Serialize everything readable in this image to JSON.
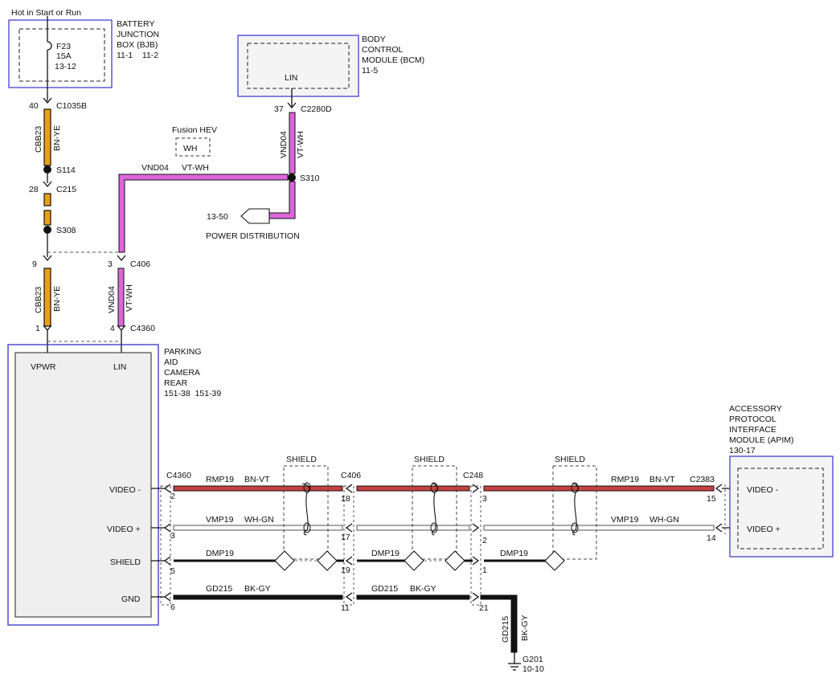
{
  "colors": {
    "bn_ye_fill": "#e8a018",
    "vt_wh_fill": "#dd66dd",
    "bn_vt_fill": "#c84040",
    "module_border": "#3333cc",
    "module_fill": "#f4f4f4"
  },
  "power": {
    "label": "Hot in Start or Run"
  },
  "bjb": {
    "name_lines": [
      "BATTERY",
      "JUNCTION",
      "BOX (BJB)"
    ],
    "refs": "11-1    11-2",
    "fuse": "F23",
    "amps": "15A",
    "loc": "13-12"
  },
  "bcm": {
    "name_lines": [
      "BODY",
      "CONTROL",
      "MODULE (BCM)"
    ],
    "ref": "11-5",
    "pin": "LIN"
  },
  "connectors": {
    "c1035b": {
      "name": "C1035B",
      "pin": "40"
    },
    "c2280d": {
      "name": "C2280D",
      "pin": "37"
    },
    "c215": {
      "name": "C215",
      "pin": "28"
    },
    "c406_left": {
      "pin_a": "9",
      "pin_b": "3",
      "name": "C406"
    },
    "c4360_top": {
      "pin_a": "1",
      "pin_b": "4",
      "name": "C4360"
    },
    "c4360_side": {
      "name": "C4360"
    },
    "c406_side": {
      "name": "C406"
    },
    "c248_side": {
      "name": "C248"
    },
    "c2383_side": {
      "name": "C2383"
    }
  },
  "splices": {
    "s114": "S114",
    "s308": "S308",
    "s310": "S310"
  },
  "wires": {
    "cbb23": "CBB23",
    "bn_ye": "BN-YE",
    "vnd04": "VND04",
    "vt_wh": "VT-WH",
    "rmp19": "RMP19",
    "bn_vt": "BN-VT",
    "vmp19": "VMP19",
    "wh_gn": "WH-GN",
    "dmp19": "DMP19",
    "gd215": "GD215",
    "bk_gy": "BK-GY"
  },
  "fusion_hev": {
    "label": "Fusion HEV",
    "box": "WH"
  },
  "power_dist": {
    "ref": "13-50",
    "label": "POWER DISTRIBUTION"
  },
  "camera": {
    "name_lines": [
      "PARKING",
      "AID",
      "CAMERA",
      "REAR"
    ],
    "refs": "151-38  151-39",
    "pin_vpwr": "VPWR",
    "pin_lin": "LIN",
    "pin_video_minus": "VIDEO -",
    "pin_video_plus": "VIDEO +",
    "pin_shield": "SHIELD",
    "pin_gnd": "GND"
  },
  "apim": {
    "name_lines": [
      "ACCESSORY",
      "PROTOCOL",
      "INTERFACE",
      "MODULE (APIM)"
    ],
    "ref": "130-17",
    "pin_video_minus": "VIDEO -",
    "pin_video_plus": "VIDEO +"
  },
  "shield_label": "SHIELD",
  "pins_c4360": [
    "2",
    "3",
    "5",
    "6"
  ],
  "pins_c406": [
    "18",
    "17",
    "19",
    "11"
  ],
  "pins_c248": [
    "3",
    "2",
    "1",
    "21"
  ],
  "pins_c2383": [
    "15",
    "14"
  ],
  "ground": {
    "name": "G201",
    "ref": "10-10"
  }
}
